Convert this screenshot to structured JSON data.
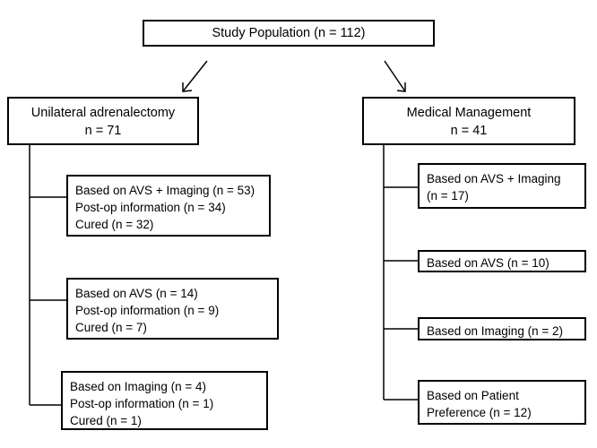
{
  "study_population": "Study Population (n = 112)",
  "left": {
    "title": "Unilateral adrenalectomy",
    "count": "n = 71",
    "boxes": [
      {
        "line1": "Based on AVS + Imaging (n = 53)",
        "line2": "Post-op information (n = 34)",
        "line3": "Cured (n = 32)"
      },
      {
        "line1": "Based on AVS (n = 14)",
        "line2": "Post-op information (n = 9)",
        "line3": "Cured (n = 7)"
      },
      {
        "line1": "Based on Imaging (n = 4)",
        "line2": "Post-op information (n = 1)",
        "line3": "Cured (n = 1)"
      }
    ]
  },
  "right": {
    "title": "Medical Management",
    "count": "n = 41",
    "boxes": [
      {
        "line1": "Based on AVS + Imaging",
        "line2": "(n = 17)"
      },
      {
        "line1": "Based on AVS (n = 10)"
      },
      {
        "line1": "Based on Imaging (n = 2)"
      },
      {
        "line1": "Based on Patient",
        "line2": "Preference (n = 12)"
      }
    ]
  }
}
